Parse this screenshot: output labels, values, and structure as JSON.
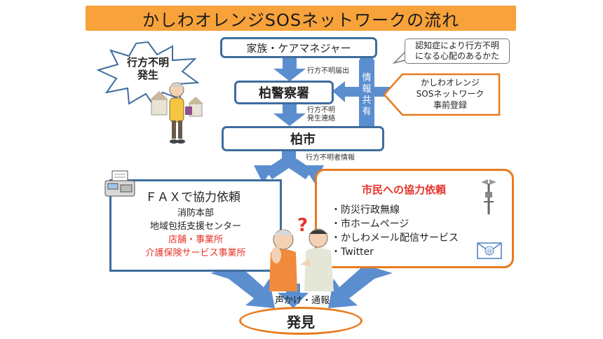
{
  "title": "かしわオレンジSOSネットワークの流れ",
  "burst": {
    "line1": "行方不明",
    "line2": "発生"
  },
  "family_box": "家族・ケアマネジャー",
  "police_box": "柏警察署",
  "city_box": "柏市",
  "labels": {
    "report": "行方不明届出",
    "contact_1": "行方不明",
    "contact_2": "発生連絡",
    "missing_info": "行方不明者情報",
    "info_share": [
      "情",
      "報",
      "共",
      "有"
    ]
  },
  "callout_top": {
    "line1": "認知症により行方不明",
    "line2": "になる心配のあるかた"
  },
  "callout_reg": {
    "line1": "かしわオレンジ",
    "line2": "SOSネットワーク",
    "line3": "事前登録"
  },
  "fax_box": {
    "heading": "ＦＡＸで協力依頼",
    "items": [
      {
        "text": "消防本部",
        "color": "#222222"
      },
      {
        "text": "地域包括支援センター",
        "color": "#222222"
      },
      {
        "text": "店舗・事業所",
        "color": "#e6332a"
      },
      {
        "text": "介護保険サービス事業所",
        "color": "#e6332a"
      }
    ]
  },
  "citizen_box": {
    "heading": "市民への協力依頼",
    "items": [
      "・防災行政無線",
      "・市ホームページ",
      "・かしわメール配信サービス",
      "・Twitter"
    ]
  },
  "call_label": "声かけ・通報",
  "found": "発見",
  "colors": {
    "title_bg": "#f7a23a",
    "blue": "#3f6d9e",
    "arrow": "#5b8ecf",
    "orange": "#e87a1e",
    "red": "#e6332a"
  }
}
